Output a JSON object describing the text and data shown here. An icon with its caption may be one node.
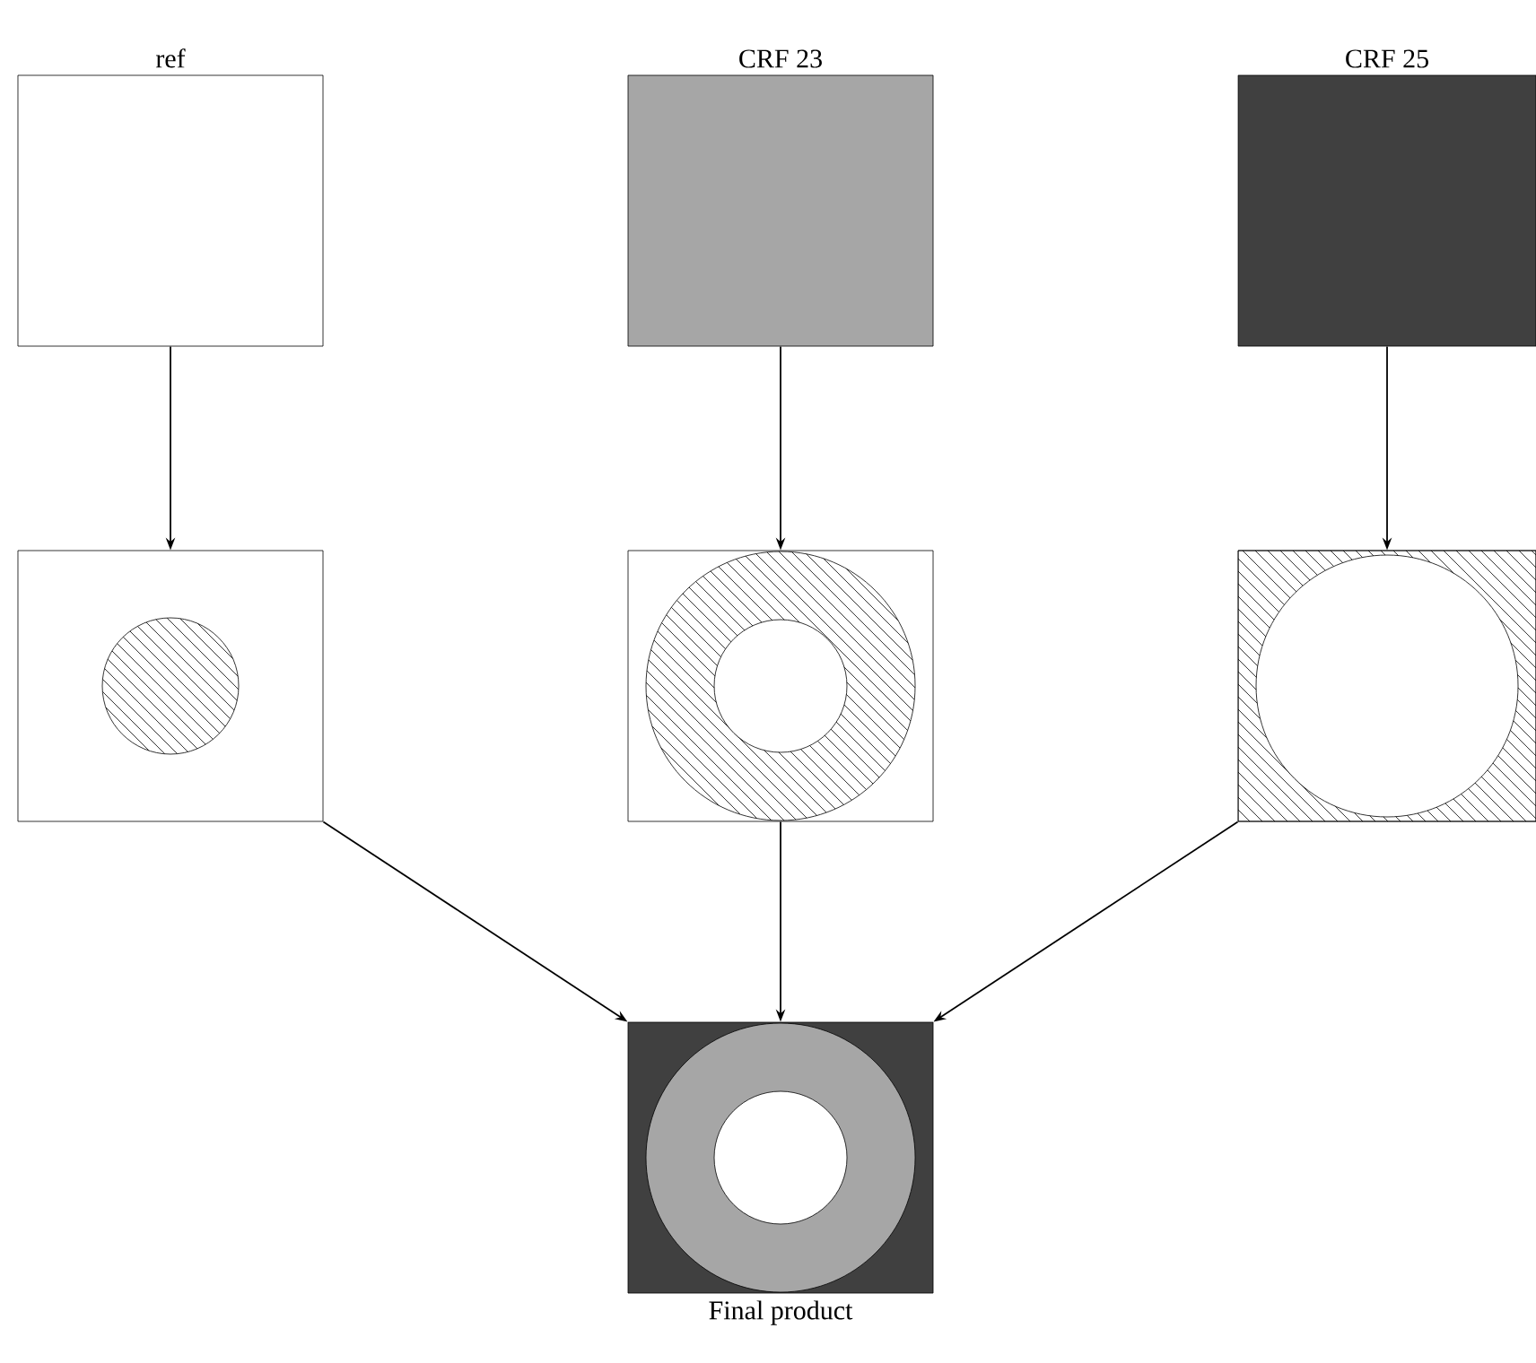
{
  "diagram": {
    "nodes": [
      {
        "text": [
          "ref"
        ]
      },
      {
        "text": [
          "CRF 23"
        ]
      },
      {
        "text": [
          "CRF 25"
        ]
      },
      {
        "text": [],
        "shape": "box"
      },
      {
        "text": [],
        "shape": "box"
      },
      {
        "text": [],
        "shape": "box"
      },
      {
        "text": [
          "Final product"
        ]
      }
    ],
    "edges": [
      {
        "from": 0,
        "to": 3,
        "arrow": "to"
      },
      {
        "from": 1,
        "to": 4,
        "arrow": "to"
      },
      {
        "from": 2,
        "to": 5,
        "arrow": "to"
      },
      {
        "from": 3,
        "to": 6,
        "arrow": "to"
      },
      {
        "from": 4,
        "to": 6,
        "arrow": "to"
      },
      {
        "from": 5,
        "to": 6,
        "arrow": "to"
      }
    ]
  }
}
